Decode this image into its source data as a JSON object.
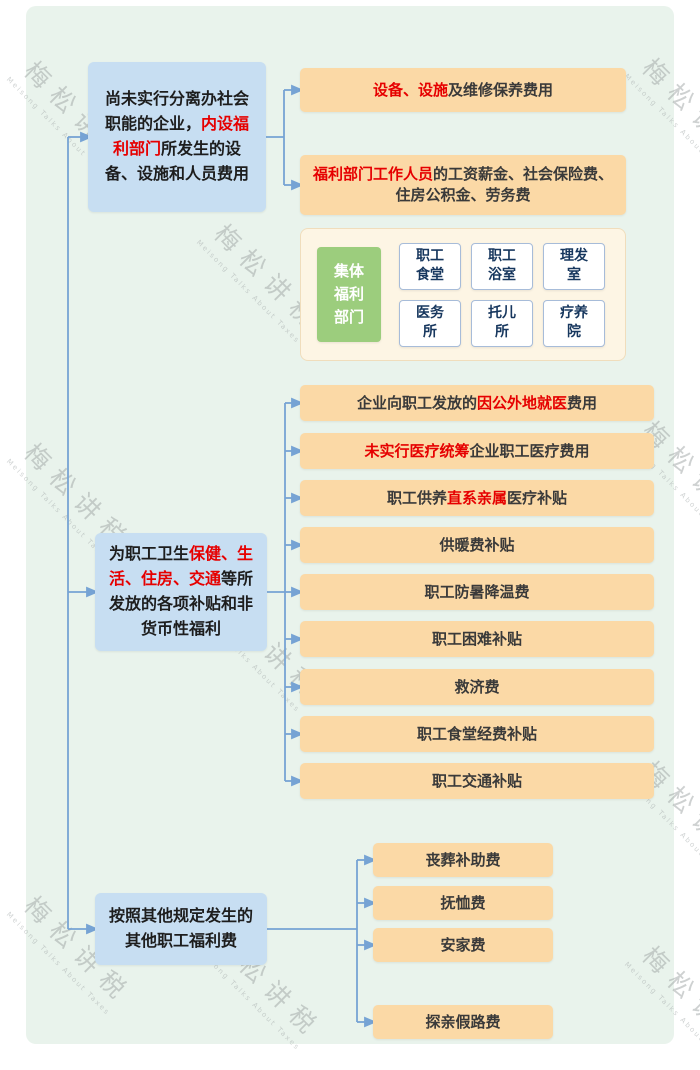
{
  "watermark": {
    "cn": "梅松讲税",
    "en": "Meisong Talks About Taxes"
  },
  "colors": {
    "background": "#e9f3ec",
    "branch_fill": "#c7def2",
    "leaf_fill": "#fbd9a6",
    "group_fill": "#fdf5e4",
    "green_fill": "#9ccd7d",
    "line": "#76a3d4",
    "highlight_red": "#e60000",
    "cell_text": "#17375e"
  },
  "branches": {
    "b1": {
      "pre": "尚未实行分离办社会职能的企业，",
      "red": "内设福利部门",
      "post": "所发生的设备、设施和人员费用"
    },
    "b2": {
      "pre": "为职工卫生",
      "red": "保健、生活、住房、交通",
      "post": "等所发放的各项补贴和非货币性福利"
    },
    "b3": {
      "pre": "按照其他规定发生的其他职工福利费",
      "red": "",
      "post": ""
    }
  },
  "group1": {
    "items": [
      {
        "pre": "",
        "red": "设备、设施",
        "post": "及维修保养费用"
      },
      {
        "pre": "",
        "red": "福利部门工作人员",
        "post": "的工资薪金、社会保险费、住房公积金、劳务费"
      }
    ]
  },
  "facility": {
    "label": "集体福利部门",
    "items": [
      "职工食堂",
      "职工浴室",
      "理发室",
      "医务所",
      "托儿所",
      "疗养院"
    ]
  },
  "group2": {
    "items": [
      {
        "pre": "企业向职工发放的",
        "red": "因公外地就医",
        "post": "费用"
      },
      {
        "pre": "",
        "red": "未实行医疗统筹",
        "post": "企业职工医疗费用"
      },
      {
        "pre": "职工供养",
        "red": "直系亲属",
        "post": "医疗补贴"
      },
      {
        "pre": "",
        "red": "",
        "post": "供暖费补贴"
      },
      {
        "pre": "",
        "red": "",
        "post": "职工防暑降温费"
      },
      {
        "pre": "",
        "red": "",
        "post": "职工困难补贴"
      },
      {
        "pre": "",
        "red": "",
        "post": "救济费"
      },
      {
        "pre": "",
        "red": "",
        "post": "职工食堂经费补贴"
      },
      {
        "pre": "",
        "red": "",
        "post": "职工交通补贴"
      }
    ]
  },
  "group3": {
    "items": [
      "丧葬补助费",
      "抚恤费",
      "安家费",
      "探亲假路费"
    ]
  }
}
